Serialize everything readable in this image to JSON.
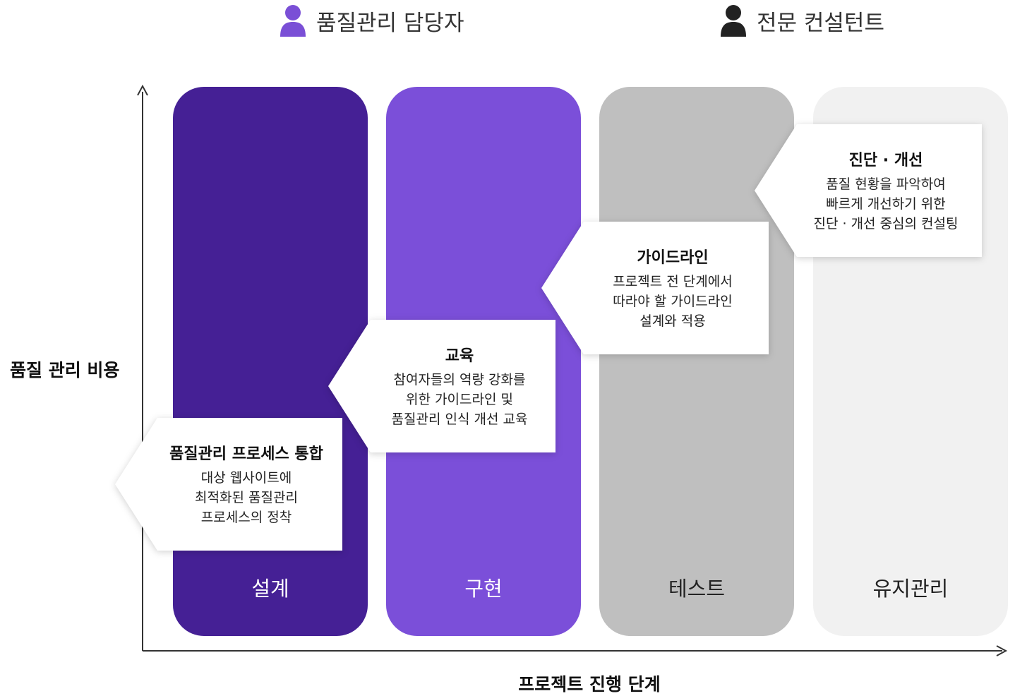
{
  "legend": {
    "manager_label": "품질관리 담당자",
    "consultant_label": "전문 컨설턴트",
    "manager_color": "#7a4fd6",
    "consultant_color": "#222222"
  },
  "axes": {
    "y_label": "품질 관리 비용",
    "x_label": "프로젝트 진행 단계"
  },
  "columns": [
    {
      "label": "설계",
      "color": "#452095",
      "label_color": "#ffffff"
    },
    {
      "label": "구현",
      "color": "#7b4fd9",
      "label_color": "#ffffff"
    },
    {
      "label": "테스트",
      "color": "#bfbfbf",
      "label_color": "#222222"
    },
    {
      "label": "유지관리",
      "color": "#f1f1f1",
      "label_color": "#222222"
    }
  ],
  "callouts": [
    {
      "title": "품질관리 프로세스 통합",
      "lines": [
        "대상 웹사이트에",
        "최적화된 품질관리",
        "프로세스의 정착"
      ]
    },
    {
      "title": "교육",
      "lines": [
        "참여자들의 역량 강화를",
        "위한 가이드라인 및",
        "품질관리 인식 개선 교육"
      ]
    },
    {
      "title": "가이드라인",
      "lines": [
        "프로젝트 전 단계에서",
        "따라야 할 가이드라인",
        "설계와 적용"
      ]
    },
    {
      "title": "진단 · 개선",
      "lines": [
        "품질 현황을 파악하여",
        "빠르게 개선하기 위한",
        "진단 · 개선 중심의 컨설팅"
      ]
    }
  ]
}
